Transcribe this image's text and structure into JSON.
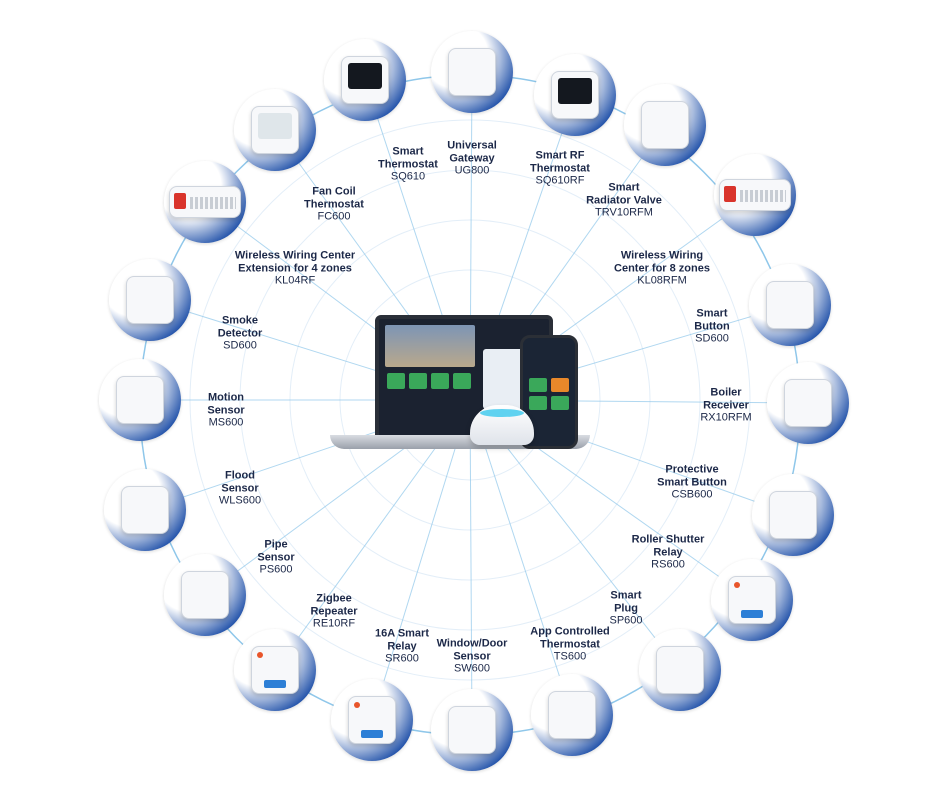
{
  "colors": {
    "label_text": "#1c2848",
    "tile_blue": "#1e4fa8",
    "spoke": "#8fc7ea",
    "accent_green": "#3aa85a"
  },
  "center_icons": [
    "laptop-icon",
    "smartphone-icon",
    "universal-gateway-icon"
  ],
  "devices": [
    {
      "name": "Universal Gateway",
      "code": "UG800",
      "icon": "gateway-icon"
    },
    {
      "name": "Smart RF Thermostat",
      "code": "SQ610RF",
      "icon": "thermostat-icon"
    },
    {
      "name": "Smart Radiator Valve",
      "code": "TRV10RFM",
      "icon": "radiator-valve-icon"
    },
    {
      "name": "Wireless Wiring Center for 8 zones",
      "code": "KL08RFM",
      "icon": "wiring-center-icon"
    },
    {
      "name": "Smart Button",
      "code": "SD600",
      "icon": "button-icon"
    },
    {
      "name": "Boiler Receiver",
      "code": "RX10RFM",
      "icon": "boiler-receiver-icon"
    },
    {
      "name": "Protective Smart Button",
      "code": "CSB600",
      "icon": "protective-button-icon"
    },
    {
      "name": "Roller Shutter Relay",
      "code": "RS600",
      "icon": "relay-icon"
    },
    {
      "name": "Smart Plug",
      "code": "SP600",
      "icon": "plug-icon"
    },
    {
      "name": "App Controlled Thermostat",
      "code": "TS600",
      "icon": "thermostat-sensor-icon"
    },
    {
      "name": "Window/Door Sensor",
      "code": "SW600",
      "icon": "door-sensor-icon"
    },
    {
      "name": "16A Smart Relay",
      "code": "SR600",
      "icon": "relay-icon"
    },
    {
      "name": "Zigbee Repeater",
      "code": "RE10RF",
      "icon": "repeater-icon"
    },
    {
      "name": "Pipe Sensor",
      "code": "PS600",
      "icon": "pipe-sensor-icon"
    },
    {
      "name": "Flood Sensor",
      "code": "WLS600",
      "icon": "flood-sensor-icon"
    },
    {
      "name": "Motion Sensor",
      "code": "MS600",
      "icon": "motion-sensor-icon"
    },
    {
      "name": "Smoke Detector",
      "code": "SD600",
      "icon": "smoke-detector-icon"
    },
    {
      "name": "Wireless Wiring Center Extension for 4 zones",
      "code": "KL04RF",
      "icon": "wiring-center-icon"
    },
    {
      "name": "Fan Coil Thermostat",
      "code": "FC600",
      "icon": "fan-coil-thermostat-icon"
    },
    {
      "name": "Smart Thermostat",
      "code": "SQ610",
      "icon": "thermostat-icon"
    }
  ]
}
